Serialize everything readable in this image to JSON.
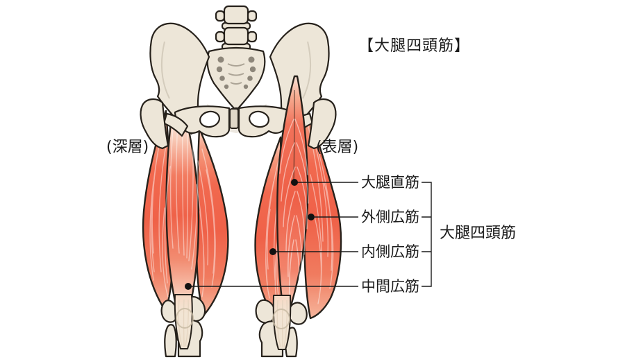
{
  "title": "【大腿四頭筋】",
  "view_labels": {
    "deep": "(深層)",
    "surface": "(表層)"
  },
  "muscle_labels": [
    {
      "id": "rectus-femoris",
      "label": "大腿直筋"
    },
    {
      "id": "vastus-lateralis",
      "label": "外側広筋"
    },
    {
      "id": "vastus-medialis",
      "label": "内側広筋"
    },
    {
      "id": "vastus-intermedius",
      "label": "中間広筋"
    }
  ],
  "group_label": "大腿四頭筋",
  "colors": {
    "muscle_red": "#EF6148",
    "muscle_pale": "#F8CDBA",
    "bone": "#EDE6D8",
    "outline": "#26211B",
    "annotation_line": "#1B1B1B",
    "text": "#1C1C1C"
  }
}
